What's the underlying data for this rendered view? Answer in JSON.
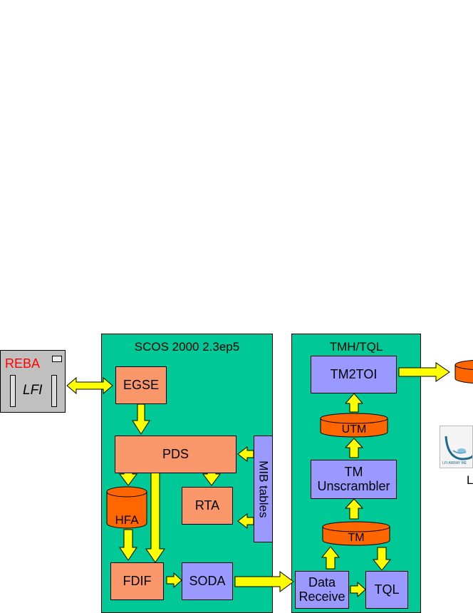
{
  "reba": {
    "title": "REBA",
    "instrument": "LFI"
  },
  "scos": {
    "title": "SCOS 2000 2.3ep5",
    "egse": "EGSE",
    "pds": "PDS",
    "hfa": "HFA",
    "rta": "RTA",
    "fdif": "FDIF",
    "soda": "SODA",
    "mib": "MIB tables"
  },
  "tmh": {
    "title": "TMH/TQL",
    "tm2toi": "TM2TOI",
    "utm": "UTM",
    "unscrambler_line1": "TM",
    "unscrambler_line2": "Unscrambler",
    "tm": "TM",
    "data_receive_line1": "Data",
    "data_receive_line2": "Receive",
    "tql": "TQL"
  },
  "logo": {
    "caption": "LFI ARRAY ME",
    "letter": "L"
  },
  "colors": {
    "panel": "#00c896",
    "process_box": "#f9966a",
    "software_box": "#9999ff",
    "database": "#ff6600",
    "arrow": "#ffff00",
    "reba_bg": "#c0c0c0",
    "reba_title": "#ff0000"
  }
}
